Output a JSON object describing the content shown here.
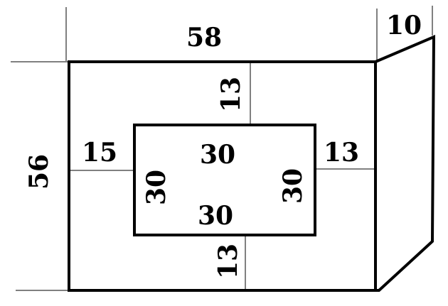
{
  "dimensions": {
    "outer_width": "58",
    "outer_height": "56",
    "depth": "10",
    "inner_top": "30",
    "inner_bottom": "30",
    "inner_left": "30",
    "inner_right": "30",
    "gap_top": "13",
    "gap_bottom": "13",
    "gap_left": "15",
    "gap_right": "13"
  },
  "colors": {
    "ink": "#000000",
    "background": "#ffffff"
  }
}
